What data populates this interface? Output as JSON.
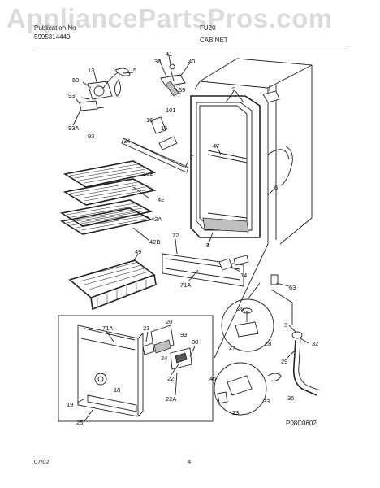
{
  "watermark": "AppliancePartsPros.com",
  "header": {
    "left_line1": "Publication No",
    "left_line2": "5995314440",
    "right_line1": "FU20",
    "right_line2": "CABINET"
  },
  "footer": {
    "date": "07/02",
    "page": "4",
    "drawing_code": "P08C0602"
  },
  "callouts": {
    "c13": "13",
    "c50": "50",
    "c5": "5",
    "c93": "93",
    "c93a": "93A",
    "c93b": "93",
    "c34": "34",
    "c41": "41",
    "c38": "38",
    "c40": "40",
    "c39": "39",
    "c101": "101",
    "c9a": "9",
    "c16": "16",
    "c15": "15",
    "c47": "47",
    "c7": "7",
    "c132": "132",
    "c6": "6",
    "c42": "42",
    "c42a": "42A",
    "c42b": "42B",
    "c49": "49",
    "c72": "72",
    "c9b": "9",
    "c14": "14",
    "c71a": "71A",
    "c63": "63",
    "c26": "26",
    "c27": "27",
    "c28": "28",
    "c3": "3",
    "c32": "32",
    "c29": "29",
    "c71a2": "71A",
    "c20": "20",
    "c21": "21",
    "c93c": "93",
    "c80": "80",
    "c24": "24",
    "c22": "22",
    "c18": "18",
    "c22a": "22A",
    "c19": "19",
    "c25": "25",
    "c46": "46",
    "c33": "33",
    "c35": "35",
    "c23": "23"
  }
}
